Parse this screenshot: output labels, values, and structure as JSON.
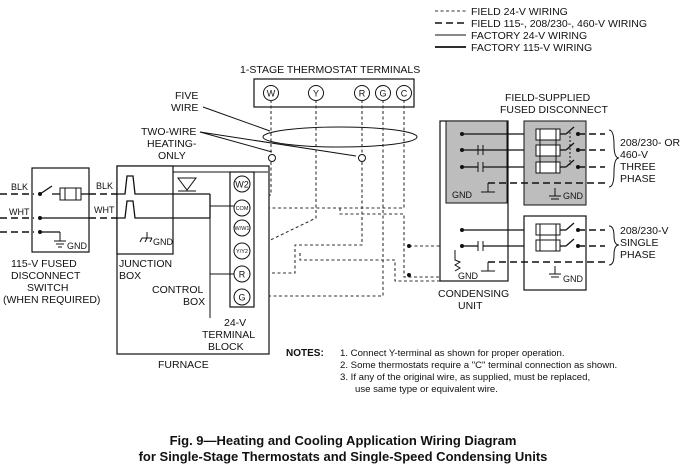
{
  "legend": {
    "field_24v": "FIELD 24-V WIRING",
    "field_115v": "FIELD 115-, 208/230-, 460-V WIRING",
    "factory_24v": "FACTORY 24-V WIRING",
    "factory_115v": "FACTORY 115-V WIRING"
  },
  "thermostat": {
    "title": "1-STAGE THERMOSTAT TERMINALS",
    "terminals": [
      "W",
      "Y",
      "R",
      "G",
      "C"
    ]
  },
  "labels": {
    "five_wire_1": "FIVE",
    "five_wire_2": "WIRE",
    "two_wire_1": "TWO-WIRE",
    "two_wire_2": "HEATING-",
    "two_wire_3": "ONLY",
    "blk_left": "BLK",
    "blk_right": "BLK",
    "wht_left": "WHT",
    "wht_right": "WHT",
    "gnd": "GND",
    "gnd_junction": "GND",
    "gnd_cond": "GND",
    "gnd_three": "GND",
    "gnd_three_disc": "GND",
    "gnd_single": "GND",
    "fused_switch_1": "115-V FUSED",
    "fused_switch_2": "DISCONNECT",
    "fused_switch_3": "SWITCH",
    "fused_switch_4": "(WHEN REQUIRED)",
    "junction_1": "JUNCTION",
    "junction_2": "BOX",
    "control_1": "CONTROL",
    "control_2": "BOX",
    "tb_1": "24-V",
    "tb_2": "TERMINAL",
    "tb_3": "BLOCK",
    "furnace": "FURNACE",
    "condensing_1": "CONDENSING",
    "condensing_2": "UNIT",
    "field_supplied_1": "FIELD-SUPPLIED",
    "field_supplied_2": "FUSED DISCONNECT",
    "three_phase_1": "208/230- OR",
    "three_phase_2": "460-V",
    "three_phase_3": "THREE",
    "three_phase_4": "PHASE",
    "single_phase_1": "208/230-V",
    "single_phase_2": "SINGLE",
    "single_phase_3": "PHASE"
  },
  "terminal_block": {
    "terminals": [
      "W2",
      "COM",
      "W/W1",
      "Y/Y2",
      "R",
      "G"
    ]
  },
  "notes": {
    "heading": "NOTES:",
    "items": [
      "1.  Connect Y-terminal as shown for proper operation.",
      "2.  Some thermostats require a \"C\" terminal connection as shown.",
      "3.  If any of the original wire, as supplied, must be replaced,",
      "use same type or equivalent wire."
    ]
  },
  "caption": {
    "line1": "Fig. 9—Heating and Cooling Application Wiring Diagram",
    "line2": "for Single-Stage Thermostats and Single-Speed Condensing Units"
  }
}
